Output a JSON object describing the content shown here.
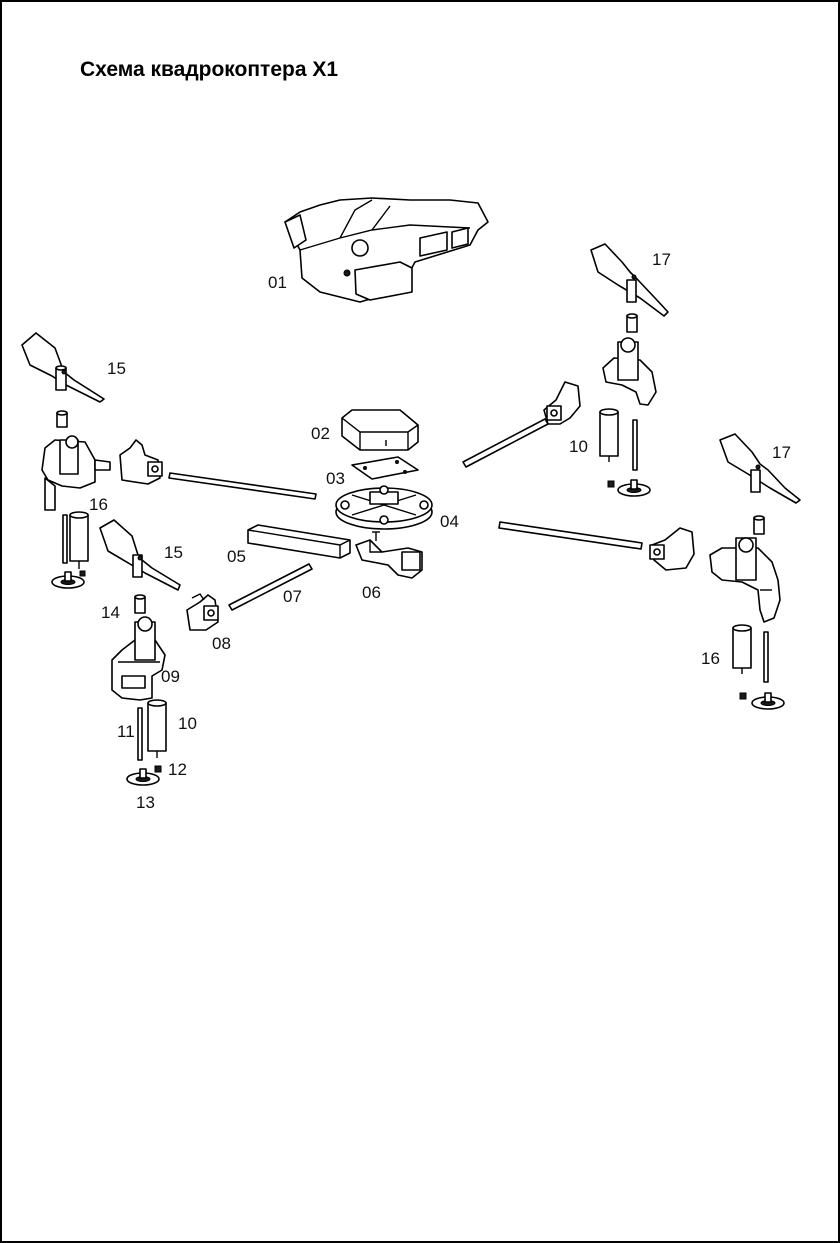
{
  "title": "Схема квадрокоптера X1",
  "labels": {
    "l01": "01",
    "l02": "02",
    "l03": "03",
    "l04": "04",
    "l05": "05",
    "l06": "06",
    "l07": "07",
    "l08": "08",
    "l09": "09",
    "l10a": "10",
    "l10b": "10",
    "l11": "11",
    "l12": "12",
    "l13": "13",
    "l14": "14",
    "l15a": "15",
    "l15b": "15",
    "l16a": "16",
    "l16b": "16",
    "l17a": "17",
    "l17b": "17"
  }
}
